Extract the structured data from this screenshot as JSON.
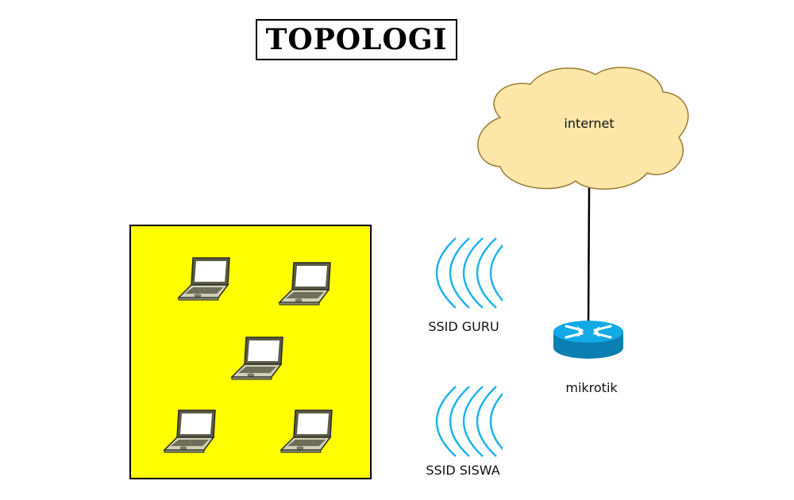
{
  "title": "TOPOLOGI",
  "nodes": {
    "internet": {
      "label": "internet",
      "fill": "#FCE7A8",
      "stroke": "#9A7B33"
    },
    "router": {
      "label": "mikrotik",
      "color": "#12A9E6",
      "dark": "#0B7FB2"
    },
    "ssid_guru": {
      "label": "SSID GURU"
    },
    "ssid_siswa": {
      "label": "SSID SISWA"
    }
  },
  "zone": {
    "fill": "#FFFF00",
    "laptop_count": 5
  },
  "wifi_color": "#1DB3EE"
}
